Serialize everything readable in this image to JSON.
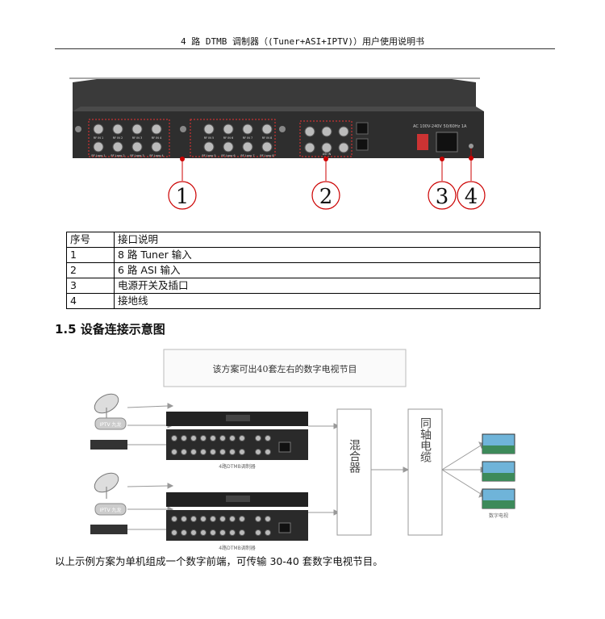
{
  "header": {
    "title": "4 路 DTMB 调制器（(Tuner+ASI+IPTV)）用户使用说明书"
  },
  "panel": {
    "callouts": [
      "1",
      "2",
      "3",
      "4"
    ],
    "power_label": "AC 100V-240V 50/60Hz 1A",
    "rf_labels_top": [
      "RF IN 1",
      "RF IN 2",
      "RF IN 3",
      "RF IN 4",
      "RF IN 5",
      "RF IN 6",
      "RF IN 7",
      "RF IN 8"
    ],
    "rf_labels_bottom": [
      "RF Loop 1",
      "RF Loop 2",
      "RF Loop 3",
      "RF Loop 4",
      "RF Loop 5",
      "RF Loop 6",
      "RF Loop 7",
      "RF Loop 8"
    ],
    "asi_label": "ASI IN"
  },
  "table": {
    "headers": [
      "序号",
      "接口说明"
    ],
    "rows": [
      [
        "1",
        "8 路 Tuner 输入"
      ],
      [
        "2",
        "6 路 ASI 输入"
      ],
      [
        "3",
        "电源开关及插口"
      ],
      [
        "4",
        "接地线"
      ]
    ]
  },
  "section": {
    "title": "1.5  设备连接示意图"
  },
  "diagram": {
    "banner": "该方案可出40套左右的数字电视节目",
    "mixer": "混合器",
    "cable": "同轴电缆",
    "device_label": "4路DTMB调制器",
    "iptv_label": "IPTV 九龙",
    "tv_caption": "数字电视"
  },
  "caption": "以上示例方案为单机组成一个数字前端，可传输 30-40 套数字电视节目。"
}
